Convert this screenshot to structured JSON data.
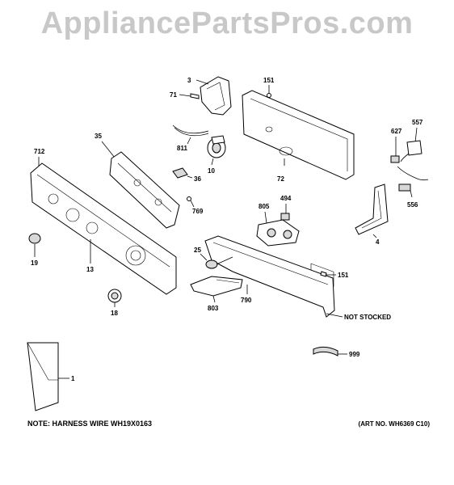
{
  "watermark": "AppliancePartsPros.com",
  "note": "NOTE: HARNESS WIRE WH19X0163",
  "art_number": "(ART NO. WH6369 C10)",
  "not_stocked": "NOT STOCKED",
  "callouts": {
    "c3": "3",
    "c71": "71",
    "c151a": "151",
    "c811": "811",
    "c10": "10",
    "c35": "35",
    "c712": "712",
    "c36": "36",
    "c769": "769",
    "c72": "72",
    "c627": "627",
    "c557": "557",
    "c556": "556",
    "c805": "805",
    "c494": "494",
    "c4": "4",
    "c19": "19",
    "c13": "13",
    "c25": "25",
    "c151b": "151",
    "c803": "803",
    "c790": "790",
    "c18": "18",
    "c999": "999",
    "c1": "1"
  }
}
